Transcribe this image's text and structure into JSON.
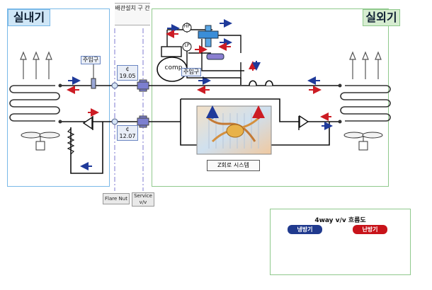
{
  "indoor": {
    "title": "실내기",
    "inlet_label": "주입구"
  },
  "outdoor": {
    "title": "실외기",
    "hp_label": "HP",
    "lp_label": "LP",
    "compressor_label": "comp",
    "inlet_label": "주입구",
    "z_system_label": "Z회로 시스템"
  },
  "piping": {
    "title": "배관설치 구 간",
    "pipe_top": {
      "symbol": "¢",
      "size": "19.05"
    },
    "pipe_bottom": {
      "symbol": "¢",
      "size": "12.07"
    },
    "flare_nut_label": "Flare Nut",
    "service_valve_label": "Service v/v"
  },
  "legend": {
    "title": "4way v/v 흐름도",
    "cooling_label": "냉방기",
    "heating_label": "난방기"
  },
  "colors": {
    "cool_flow": "#1f3a9a",
    "heat_flow": "#cc1c24",
    "pipe": "#111111",
    "indoor_border": "#79b9e8",
    "outdoor_border": "#8fc98c"
  }
}
